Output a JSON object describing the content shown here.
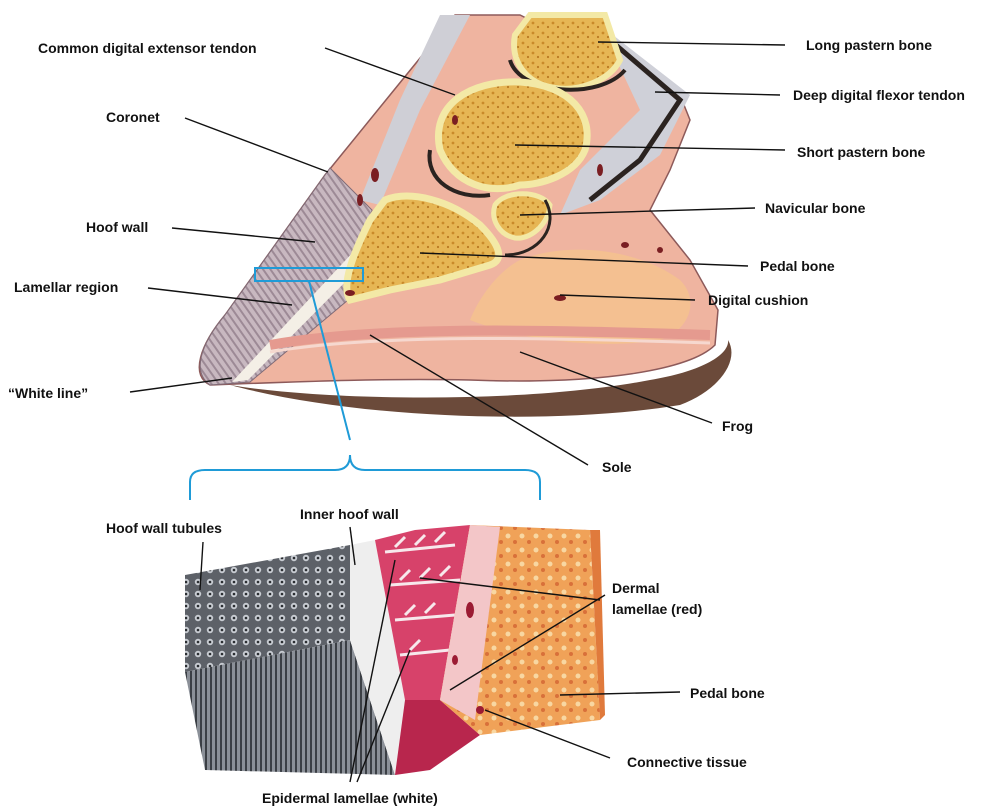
{
  "labels": {
    "common_digital_extensor_tendon": "Common digital extensor tendon",
    "coronet": "Coronet",
    "hoof_wall": "Hoof wall",
    "lamellar_region": "Lamellar region",
    "white_line": "“White line”",
    "long_pastern_bone": "Long pastern bone",
    "deep_digital_flexor_tendon": "Deep digital flexor tendon",
    "short_pastern_bone": "Short pastern bone",
    "navicular_bone": "Navicular bone",
    "pedal_bone": "Pedal bone",
    "digital_cushion": "Digital cushion",
    "frog": "Frog",
    "sole": "Sole",
    "hoof_wall_tubules": "Hoof wall tubules",
    "inner_hoof_wall": "Inner hoof wall",
    "dermal_lamellae_line1": "Dermal",
    "dermal_lamellae_line2": "lamellae (red)",
    "pedal_bone_detail": "Pedal bone",
    "connective_tissue": "Connective tissue",
    "epidermal_lamellae": "Epidermal lamellae (white)"
  },
  "colors": {
    "label_text": "#111111",
    "leader_line": "#111111",
    "callout_blue": "#1f9bd7",
    "hoof_wall": "#b9a6b0",
    "bone_yellow": "#f3e9a6",
    "bone_marrow": "#d9a640",
    "tissue_pink": "#efb4a0",
    "dermal_red": "#c8365a",
    "shadow": "#6b4a3a"
  }
}
